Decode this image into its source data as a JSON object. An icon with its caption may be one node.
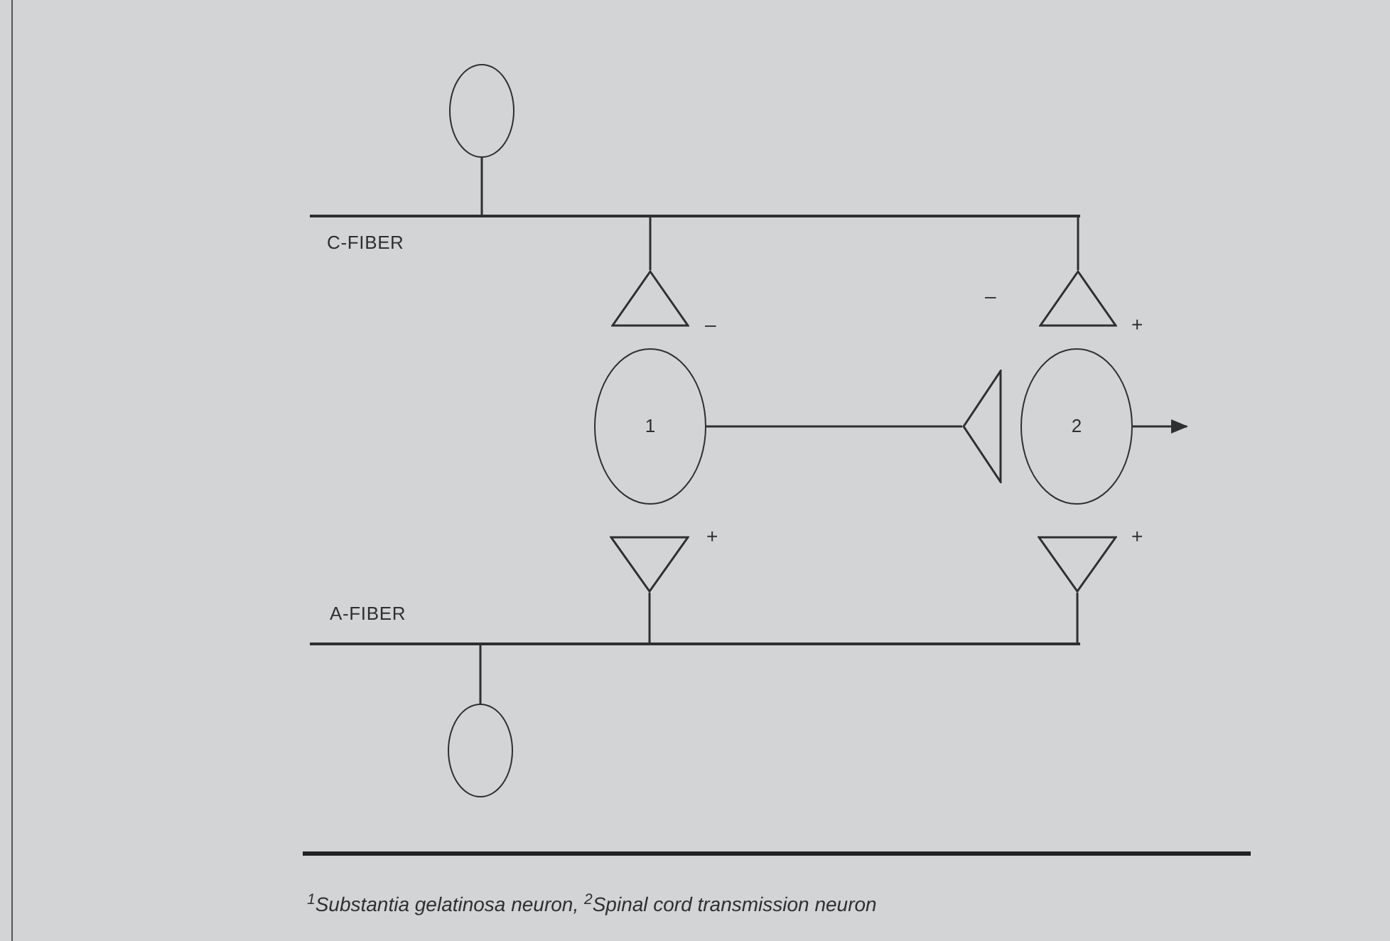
{
  "diagram": {
    "caption": "$^{1}$Substantia gelatinosa neuron, $^{2}$Spinal cord transmission neuron",
    "nodes": [
      {
        "text": [],
        "shape": "circle"
      },
      {
        "text": [],
        "shape": "line",
        "beside": [
          "C-FIBER"
        ]
      },
      {
        "text": [],
        "shape": "triangle",
        "beside": [
          "–"
        ]
      },
      {
        "text": [],
        "shape": "triangle",
        "beside": [
          "+"
        ]
      },
      {
        "text": [],
        "shape": "triangle",
        "beside": [
          "–"
        ]
      },
      {
        "text": [
          "1"
        ]
      },
      {
        "text": [
          "2"
        ]
      },
      {
        "text": [],
        "shape": "triangle",
        "beside": [
          "+"
        ]
      },
      {
        "text": [],
        "shape": "triangle",
        "beside": [
          "+"
        ]
      },
      {
        "text": [],
        "shape": "line",
        "beside": [
          "A-FIBER"
        ]
      },
      {
        "text": [],
        "shape": "circle"
      }
    ],
    "edges": [
      {
        "from": 0,
        "to": 1,
        "arrow": "none"
      },
      {
        "from": 1,
        "to": 2,
        "arrow": "none"
      },
      {
        "from": 1,
        "to": 3,
        "arrow": "none"
      },
      {
        "from": 5,
        "to": 4,
        "arrow": "none"
      },
      {
        "from": 6,
        "to": null,
        "arrow": "to"
      },
      {
        "from": 9,
        "to": 7,
        "arrow": "none"
      },
      {
        "from": 9,
        "to": 8,
        "arrow": "none"
      },
      {
        "from": 10,
        "to": 9,
        "arrow": "none"
      }
    ]
  }
}
